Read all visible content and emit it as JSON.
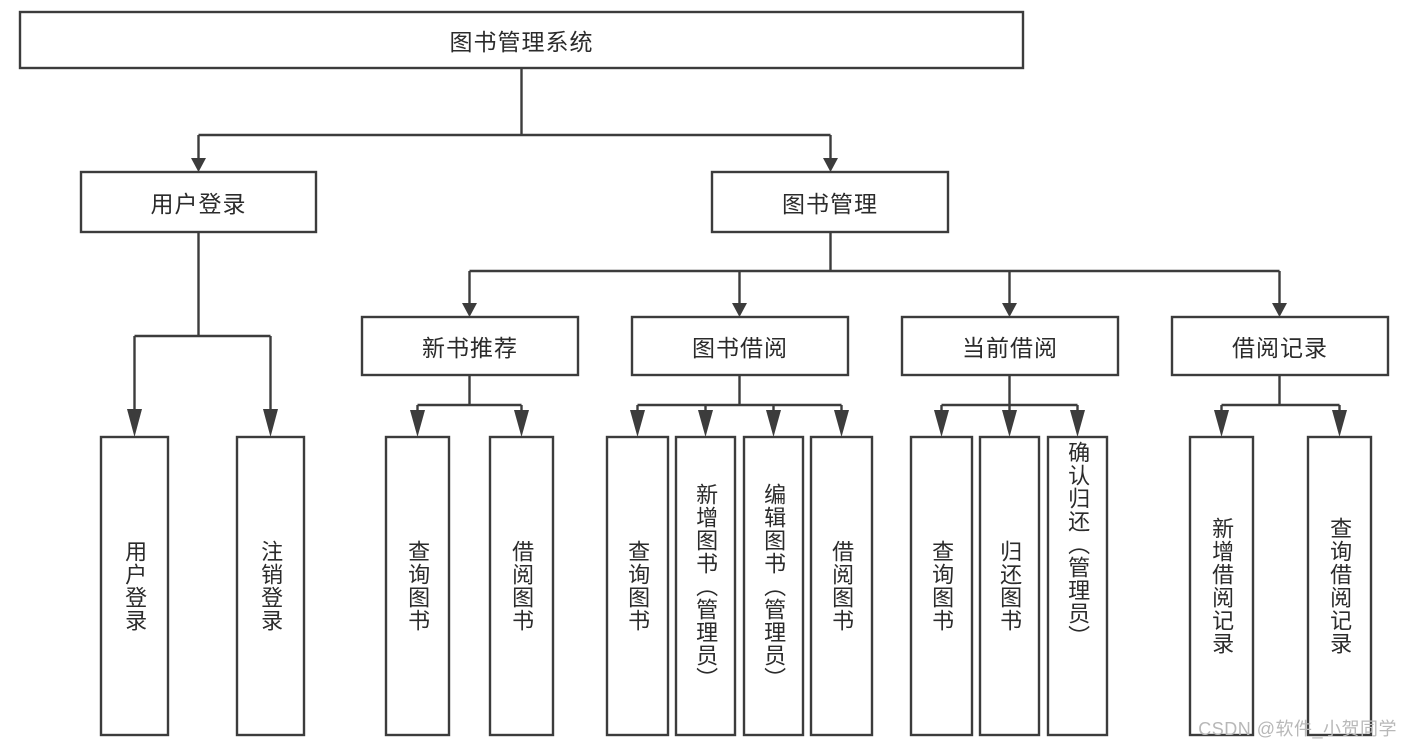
{
  "title": "图书管理系统",
  "watermark": "CSDN @软件_小贺同学",
  "colors": {
    "stroke": "#3c3c3c",
    "box_fill": "#ffffff",
    "text": "#2b2b2b",
    "background": "#ffffff",
    "watermark": "#b8b8b8"
  },
  "chart_data": {
    "type": "diagram",
    "diagram_kind": "hierarchy-tree",
    "title": "图书管理系统",
    "levels": 4,
    "nodes": [
      {
        "id": "root",
        "label": "图书管理系统",
        "level": 0,
        "orientation": "horizontal",
        "parent": null
      },
      {
        "id": "login",
        "label": "用户登录",
        "level": 1,
        "orientation": "horizontal",
        "parent": "root"
      },
      {
        "id": "bookmgmt",
        "label": "图书管理",
        "level": 1,
        "orientation": "horizontal",
        "parent": "root"
      },
      {
        "id": "newbook",
        "label": "新书推荐",
        "level": 2,
        "orientation": "horizontal",
        "parent": "bookmgmt"
      },
      {
        "id": "borrow",
        "label": "图书借阅",
        "level": 2,
        "orientation": "horizontal",
        "parent": "bookmgmt"
      },
      {
        "id": "current",
        "label": "当前借阅",
        "level": 2,
        "orientation": "horizontal",
        "parent": "bookmgmt"
      },
      {
        "id": "records",
        "label": "借阅记录",
        "level": 2,
        "orientation": "horizontal",
        "parent": "bookmgmt"
      },
      {
        "id": "leaf-user-login",
        "label": "用户登录",
        "level": 3,
        "orientation": "vertical",
        "parent": "login"
      },
      {
        "id": "leaf-logout",
        "label": "注销登录",
        "level": 3,
        "orientation": "vertical",
        "parent": "login"
      },
      {
        "id": "leaf-query-book-1",
        "label": "查询图书",
        "level": 3,
        "orientation": "vertical",
        "parent": "newbook"
      },
      {
        "id": "leaf-borrow-book-1",
        "label": "借阅图书",
        "level": 3,
        "orientation": "vertical",
        "parent": "newbook"
      },
      {
        "id": "leaf-query-book-2",
        "label": "查询图书",
        "level": 3,
        "orientation": "vertical",
        "parent": "borrow"
      },
      {
        "id": "leaf-add-book",
        "label": "新增图书（管理员）",
        "level": 3,
        "orientation": "vertical",
        "parent": "borrow"
      },
      {
        "id": "leaf-edit-book",
        "label": "编辑图书（管理员）",
        "level": 3,
        "orientation": "vertical",
        "parent": "borrow"
      },
      {
        "id": "leaf-borrow-book-2",
        "label": "借阅图书",
        "level": 3,
        "orientation": "vertical",
        "parent": "borrow"
      },
      {
        "id": "leaf-query-book-3",
        "label": "查询图书",
        "level": 3,
        "orientation": "vertical",
        "parent": "current"
      },
      {
        "id": "leaf-return-book",
        "label": "归还图书",
        "level": 3,
        "orientation": "vertical",
        "parent": "current"
      },
      {
        "id": "leaf-confirm-return",
        "label": "确认归还（管理员）",
        "level": 3,
        "orientation": "vertical",
        "parent": "current"
      },
      {
        "id": "leaf-add-record",
        "label": "新增借阅记录",
        "level": 3,
        "orientation": "vertical",
        "parent": "records"
      },
      {
        "id": "leaf-query-record",
        "label": "查询借阅记录",
        "level": 3,
        "orientation": "vertical",
        "parent": "records"
      }
    ],
    "edges": [
      {
        "from": "root",
        "to": "login"
      },
      {
        "from": "root",
        "to": "bookmgmt"
      },
      {
        "from": "bookmgmt",
        "to": "newbook"
      },
      {
        "from": "bookmgmt",
        "to": "borrow"
      },
      {
        "from": "bookmgmt",
        "to": "current"
      },
      {
        "from": "bookmgmt",
        "to": "records"
      },
      {
        "from": "login",
        "to": "leaf-user-login"
      },
      {
        "from": "login",
        "to": "leaf-logout"
      },
      {
        "from": "newbook",
        "to": "leaf-query-book-1"
      },
      {
        "from": "newbook",
        "to": "leaf-borrow-book-1"
      },
      {
        "from": "borrow",
        "to": "leaf-query-book-2"
      },
      {
        "from": "borrow",
        "to": "leaf-add-book"
      },
      {
        "from": "borrow",
        "to": "leaf-edit-book"
      },
      {
        "from": "borrow",
        "to": "leaf-borrow-book-2"
      },
      {
        "from": "current",
        "to": "leaf-query-book-3"
      },
      {
        "from": "current",
        "to": "leaf-return-book"
      },
      {
        "from": "current",
        "to": "leaf-confirm-return"
      },
      {
        "from": "records",
        "to": "leaf-add-record"
      },
      {
        "from": "records",
        "to": "leaf-query-record"
      }
    ]
  }
}
